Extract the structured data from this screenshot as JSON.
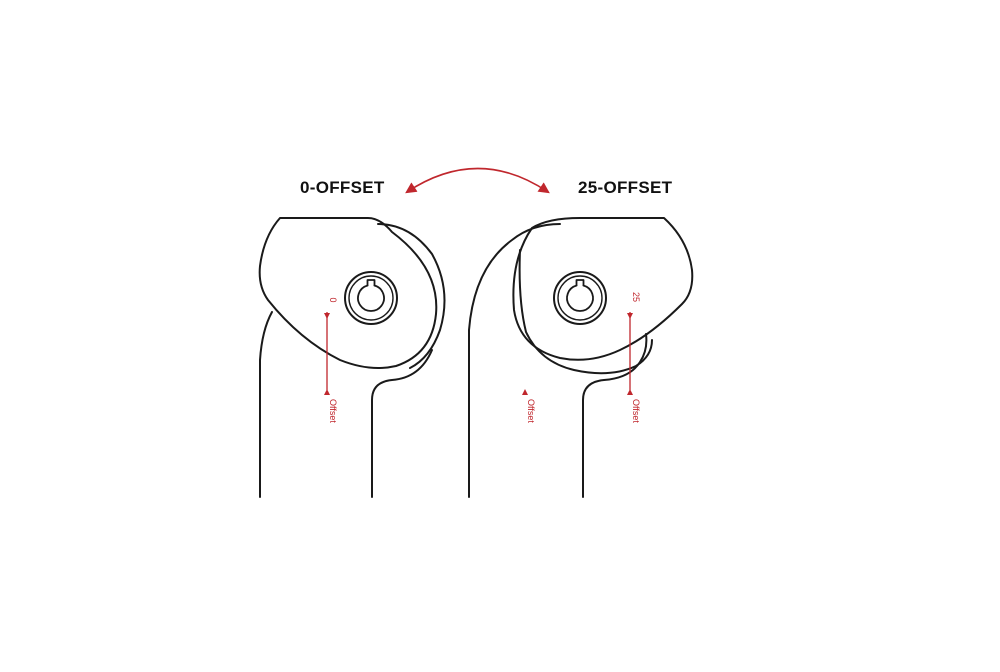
{
  "titles": {
    "left": "0-OFFSET",
    "right": "25-OFFSET"
  },
  "left_post": {
    "offset_value": "0",
    "offset_label": "Offset"
  },
  "right_post": {
    "offset_value": "25",
    "offset_label": "Offset",
    "inner_label": "Offset"
  },
  "colors": {
    "line": "#1a1a1a",
    "accent": "#c0272d",
    "background": "#ffffff"
  },
  "icons": [
    "double-headed-curved-arrow-icon",
    "keyed-bolt-hole-icon"
  ]
}
